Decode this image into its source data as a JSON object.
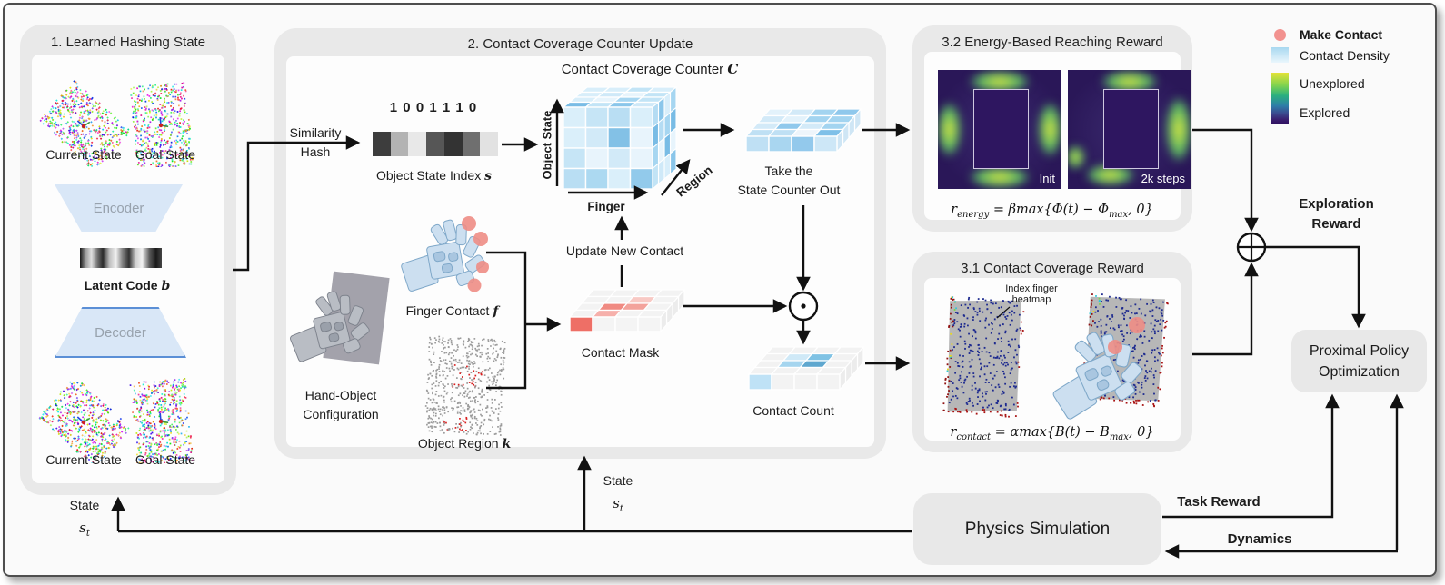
{
  "panel1": {
    "title": "1. Learned Hashing State",
    "current_state_label": "Current State",
    "goal_state_label": "Goal State",
    "encoder_label": "Encoder",
    "latent_label": "Latent Code",
    "latent_var": "b",
    "decoder_label": "Decoder"
  },
  "panel2": {
    "title": "2. Contact Coverage Counter Update",
    "similarity_1": "Similarity",
    "similarity_2": "Hash",
    "binary_code": "1 0 0 1 1 1 0",
    "hash_cells": [
      "#3d3d3d",
      "#b3b3b3",
      "#e8e8e8",
      "#565656",
      "#333333",
      "#6f6f6f",
      "#e2e2e2"
    ],
    "index_label": "Object State Index",
    "index_var": "s",
    "counter_label": "Contact Coverage Counter",
    "counter_var": "C",
    "axis_object_state": "Object State",
    "axis_finger": "Finger",
    "axis_region": "Region",
    "take_1": "Take the",
    "take_2": "State Counter Out",
    "update_label": "Update New Contact",
    "finger_contact_label": "Finger Contact",
    "finger_contact_var": "f",
    "hand_object_1": "Hand-Object",
    "hand_object_2": "Configuration",
    "object_region_label": "Object Region",
    "object_region_var": "k",
    "mask_label": "Contact Mask",
    "count_label": "Contact Count"
  },
  "panel32": {
    "title": "3.2 Energy-Based Reaching Reward",
    "init_label": "Init",
    "steps_label": "2k steps",
    "formula": "r_[energy] = βmax{Φ(t) − Φ_[max], 0}"
  },
  "panel31": {
    "title": "3.1 Contact Coverage Reward",
    "annotation_1": "Index finger",
    "annotation_2": "heatmap",
    "formula": "r_[contact] = αmax{B(t) − B_[max], 0}"
  },
  "legend": {
    "make_contact": "Make Contact",
    "contact_density": "Contact Density",
    "unexplored": "Unexplored",
    "explored": "Explored"
  },
  "flow": {
    "exploration_1": "Exploration",
    "exploration_2": "Reward",
    "ppo_1": "Proximal Policy",
    "ppo_2": "Optimization",
    "physics_label": "Physics Simulation",
    "task_reward_label": "Task Reward",
    "dynamics_label": "Dynamics",
    "state_label": "State",
    "state_var": "s",
    "state_sub": "t"
  },
  "colors": {
    "contact_red": "#ee8d85",
    "cube_blue": "#8ac6ea",
    "trapezoid_fill": "#d9e7f7",
    "trapezoid_border": "#5b8fd6",
    "viridis_top": "#e5e337",
    "viridis_bottom": "#2f1060",
    "density_blue": "#a8d8f0"
  }
}
